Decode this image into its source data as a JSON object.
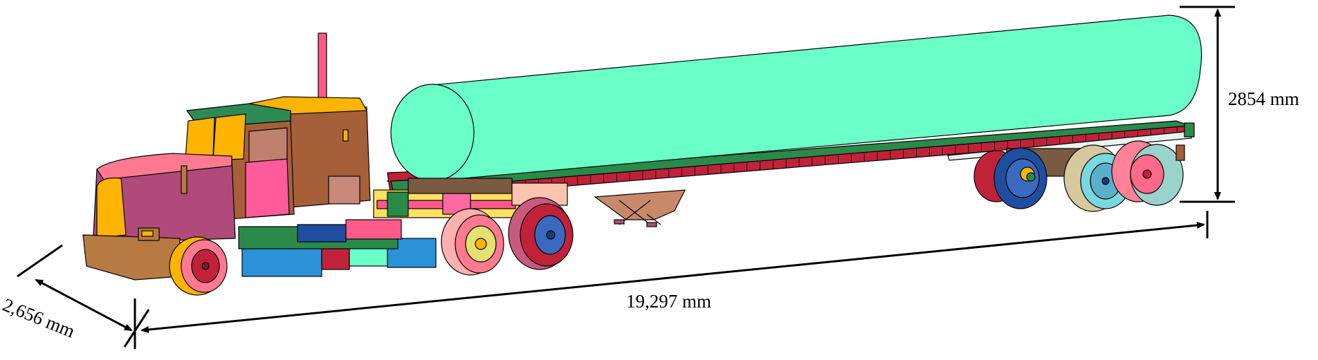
{
  "dimensions": {
    "width_label": "2,656 mm",
    "length_label": "19,297 mm",
    "height_label": "2854 mm"
  },
  "colors": {
    "tank": "#6affc8",
    "cab_brown": "#b87a43",
    "cab_pink": "#ff8296",
    "hood": "#b04a7a",
    "yellow": "#ffb400",
    "trailer_red": "#c0223a",
    "trailer_green": "#2a8a4a",
    "sleeper_brown": "#a5603a",
    "cab_roof_green": "#2e8a55"
  }
}
